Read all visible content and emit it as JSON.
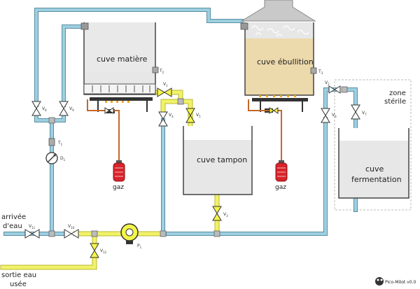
{
  "colors": {
    "cold_water": "#9ecfe0",
    "cold_water_stroke": "#5a8fa3",
    "hot_wort": "#f2f26a",
    "hot_wort_stroke": "#b8b830",
    "tank_fill": "#e7e7e7",
    "wort_fill": "#ecd9ac",
    "gas_pipe": "#c4682a",
    "gas_bottle": "#d8232a",
    "valve_open": "#f5f54a",
    "sterile_zone": "#bbbbbb"
  },
  "tanks": {
    "matiere": "cuve matière",
    "ebullition": "cuve ébullition",
    "tampon": "cuve tampon",
    "fermentation_line1": "cuve",
    "fermentation_line2": "fermentation"
  },
  "zones": {
    "sterile_line1": "zone",
    "sterile_line2": "stérile"
  },
  "gas": {
    "left_label": "gaz",
    "right_label": "gaz"
  },
  "water": {
    "inlet_line1": "arrivée",
    "inlet_line2": "d'eau",
    "outlet_line1": "sortie eau",
    "outlet_line2": "usée"
  },
  "instruments": {
    "t1": "T",
    "t1_sub": "1",
    "t2": "T",
    "t2_sub": "2",
    "t3": "T",
    "t3_sub": "3",
    "d1": "D",
    "d1_sub": "1",
    "p1": "P",
    "p1_sub": "1"
  },
  "valves": {
    "v1": "V",
    "v1_sub": "1",
    "v2": "V",
    "v2_sub": "2",
    "v3": "V",
    "v3_sub": "3",
    "v4": "V",
    "v4_sub": "4",
    "v5": "V",
    "v5_sub": "5",
    "v6": "V",
    "v6_sub": "6",
    "v7": "V",
    "v7_sub": "7",
    "v8": "V",
    "v8_sub": "8",
    "v9": "V",
    "v9_sub": "9",
    "v10": "V",
    "v10_sub": "10",
    "v11": "V",
    "v11_sub": "11",
    "v12": "V",
    "v12_sub": "12"
  },
  "logo": {
    "text": "Pico-Mõot v0.0"
  }
}
